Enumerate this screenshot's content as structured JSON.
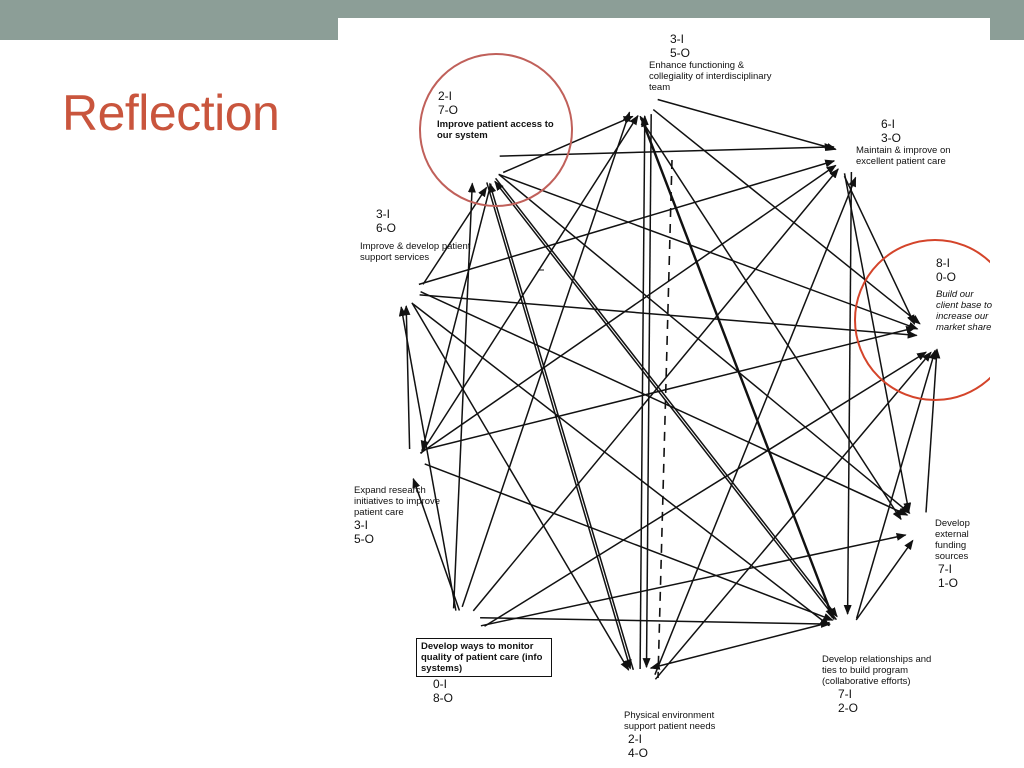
{
  "slide": {
    "title": "Reflection",
    "accent_color": "#c9553d",
    "band_color": "#8c9e97"
  },
  "diagram": {
    "nodes": [
      {
        "id": "team",
        "label": "Enhance functioning & collegiality of interdisciplinary team",
        "in": "3-I",
        "out": "5-O"
      },
      {
        "id": "care",
        "label": "Maintain & improve on excellent patient care",
        "in": "6-I",
        "out": "3-O"
      },
      {
        "id": "client",
        "label": "Build our client base to increase our market share",
        "in": "8-I",
        "out": "0-O"
      },
      {
        "id": "funding",
        "label": "Develop external funding sources",
        "in": "7-I",
        "out": "1-O"
      },
      {
        "id": "relationships",
        "label": "Develop relationships and ties to build program (collaborative efforts)",
        "in": "7-I",
        "out": "2-O"
      },
      {
        "id": "physical",
        "label": "Physical environment support patient needs",
        "in": "2-I",
        "out": "4-O"
      },
      {
        "id": "quality",
        "label": "Develop ways to monitor quality of patient care (info systems)",
        "in": "0-I",
        "out": "8-O"
      },
      {
        "id": "research",
        "label": "Expand research initiatives to improve patient care",
        "in": "3-I",
        "out": "5-O"
      },
      {
        "id": "support",
        "label": "Improve & develop patient support services",
        "in": "3-I",
        "out": "6-O"
      },
      {
        "id": "access",
        "label": "Improve patient access to our system",
        "in": "2-I",
        "out": "7-O"
      }
    ],
    "edges": [
      [
        "access",
        "team"
      ],
      [
        "access",
        "care"
      ],
      [
        "access",
        "client"
      ],
      [
        "access",
        "funding"
      ],
      [
        "access",
        "relationships"
      ],
      [
        "access",
        "physical"
      ],
      [
        "access",
        "research"
      ],
      [
        "team",
        "care"
      ],
      [
        "team",
        "client"
      ],
      [
        "team",
        "funding"
      ],
      [
        "team",
        "relationships"
      ],
      [
        "team",
        "physical"
      ],
      [
        "care",
        "client"
      ],
      [
        "care",
        "funding"
      ],
      [
        "care",
        "relationships"
      ],
      [
        "support",
        "access"
      ],
      [
        "support",
        "care"
      ],
      [
        "support",
        "client"
      ],
      [
        "support",
        "funding"
      ],
      [
        "support",
        "relationships"
      ],
      [
        "support",
        "physical"
      ],
      [
        "research",
        "team"
      ],
      [
        "research",
        "care"
      ],
      [
        "research",
        "client"
      ],
      [
        "research",
        "relationships"
      ],
      [
        "research",
        "support"
      ],
      [
        "quality",
        "access"
      ],
      [
        "quality",
        "team"
      ],
      [
        "quality",
        "care"
      ],
      [
        "quality",
        "client"
      ],
      [
        "quality",
        "funding"
      ],
      [
        "quality",
        "relationships"
      ],
      [
        "quality",
        "research"
      ],
      [
        "quality",
        "support"
      ],
      [
        "physical",
        "team"
      ],
      [
        "physical",
        "care"
      ],
      [
        "physical",
        "client"
      ],
      [
        "physical",
        "access"
      ],
      [
        "relationships",
        "client"
      ],
      [
        "relationships",
        "funding"
      ],
      [
        "relationships",
        "physical"
      ],
      [
        "relationships",
        "access"
      ],
      [
        "relationships",
        "team"
      ],
      [
        "funding",
        "client"
      ]
    ],
    "highlighted": [
      "access",
      "client"
    ],
    "highlight_color": "#c0605a",
    "edge_color": "#111111"
  }
}
